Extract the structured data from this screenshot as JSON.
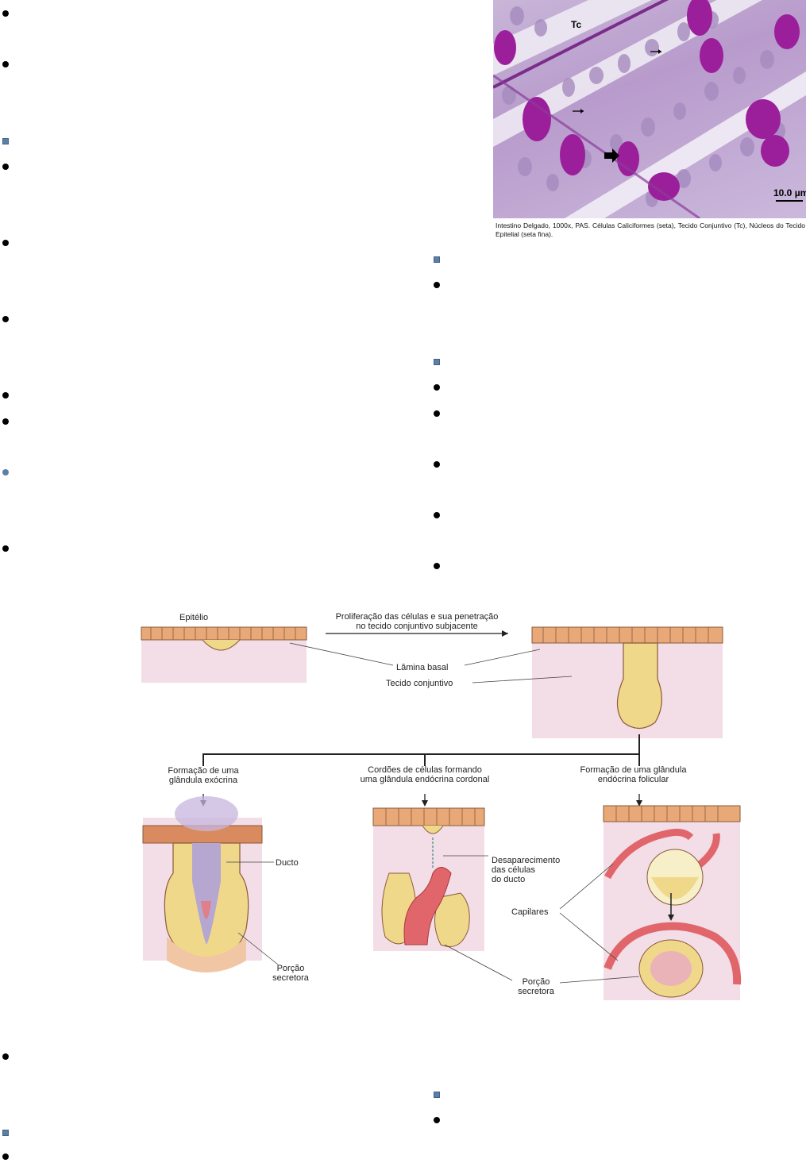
{
  "micrograph": {
    "label_tc": "Tc",
    "scale_bar": "10.0 µm",
    "caption": "Intestino Delgado, 1000x, PAS. Células Caliciformes (seta), Tecido Conjuntivo (Tc), Núcleos do Tecido Epitelial (seta fina)."
  },
  "diagram": {
    "epitelio": "Epitélio",
    "proliferacao_l1": "Proliferação das células e sua penetração",
    "proliferacao_l2": "no tecido conjuntivo subjacente",
    "lamina_basal": "Lâmina basal",
    "tecido_conjuntivo": "Tecido conjuntivo",
    "exocrina_l1": "Formação de uma",
    "exocrina_l2": "glândula exócrina",
    "cordonal_l1": "Cordões de células formando",
    "cordonal_l2": "uma glândula endócrina cordonal",
    "folicular_l1": "Formação de uma glândula",
    "folicular_l2": "endócrina folicular",
    "ducto": "Ducto",
    "desap_l1": "Desaparecimento",
    "desap_l2": "das células",
    "desap_l3": "do ducto",
    "capilares": "Capilares",
    "porcao_l1": "Porção",
    "porcao_l2": "secretora",
    "porcao2_l1": "Porção",
    "porcao2_l2": "secretora"
  },
  "colors": {
    "bullet": "#000000",
    "accent_blue": "#5b7fa6",
    "epithelium": "#e8a877",
    "connective": "#f3dde6",
    "capillary": "#e0666b",
    "secretory": "#f0d88a"
  }
}
